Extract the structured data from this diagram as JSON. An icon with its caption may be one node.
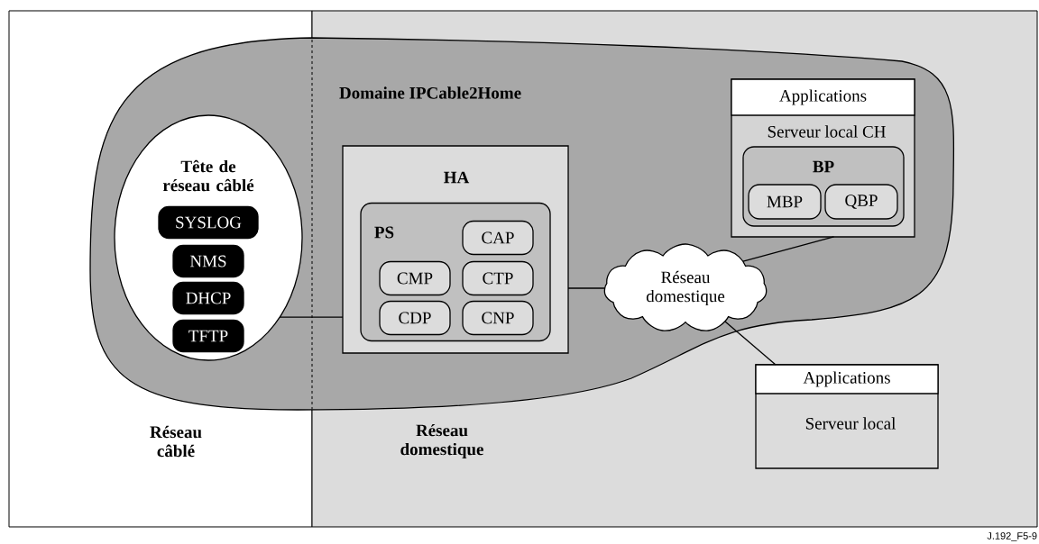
{
  "diagram": {
    "nodes": [
      {
        "text": [
          "Domaine IPCable2Home"
        ]
      },
      {
        "text": [
          "Tête de réseau câblé"
        ],
        "in": 0
      },
      {
        "text": [
          "SYSLOG"
        ],
        "in": 1
      },
      {
        "text": [
          "NMS"
        ],
        "in": 1
      },
      {
        "text": [
          "DHCP"
        ],
        "in": 1
      },
      {
        "text": [
          "TFTP"
        ],
        "in": 1
      },
      {
        "text": [
          "HA"
        ],
        "in": 0
      },
      {
        "text": [
          "PS"
        ],
        "in": 6
      },
      {
        "text": [
          "CAP"
        ],
        "in": 7
      },
      {
        "text": [
          "CMP"
        ],
        "in": 7
      },
      {
        "text": [
          "CTP"
        ],
        "in": 7
      },
      {
        "text": [
          "CDP"
        ],
        "in": 7
      },
      {
        "text": [
          "CNP"
        ],
        "in": 7
      },
      {
        "text": [
          "Réseau domestique"
        ],
        "in": 0
      },
      {
        "text": [
          "Applications",
          "Serveur local CH"
        ],
        "in": 0
      },
      {
        "text": [
          "BP"
        ],
        "in": 14
      },
      {
        "text": [
          "MBP"
        ],
        "in": 15
      },
      {
        "text": [
          "QBP"
        ],
        "in": 15
      },
      {
        "text": [
          "Applications",
          "Serveur local"
        ]
      }
    ],
    "edges": [
      {
        "from": 1,
        "to": 6,
        "arrow": "none"
      },
      {
        "from": 6,
        "to": 13,
        "arrow": "none"
      },
      {
        "from": 13,
        "to": 14,
        "arrow": "none"
      },
      {
        "from": 13,
        "to": 18,
        "arrow": "none"
      }
    ],
    "labels": [
      "Réseau câblé",
      "Réseau domestique",
      "J.192_F5-9"
    ]
  }
}
